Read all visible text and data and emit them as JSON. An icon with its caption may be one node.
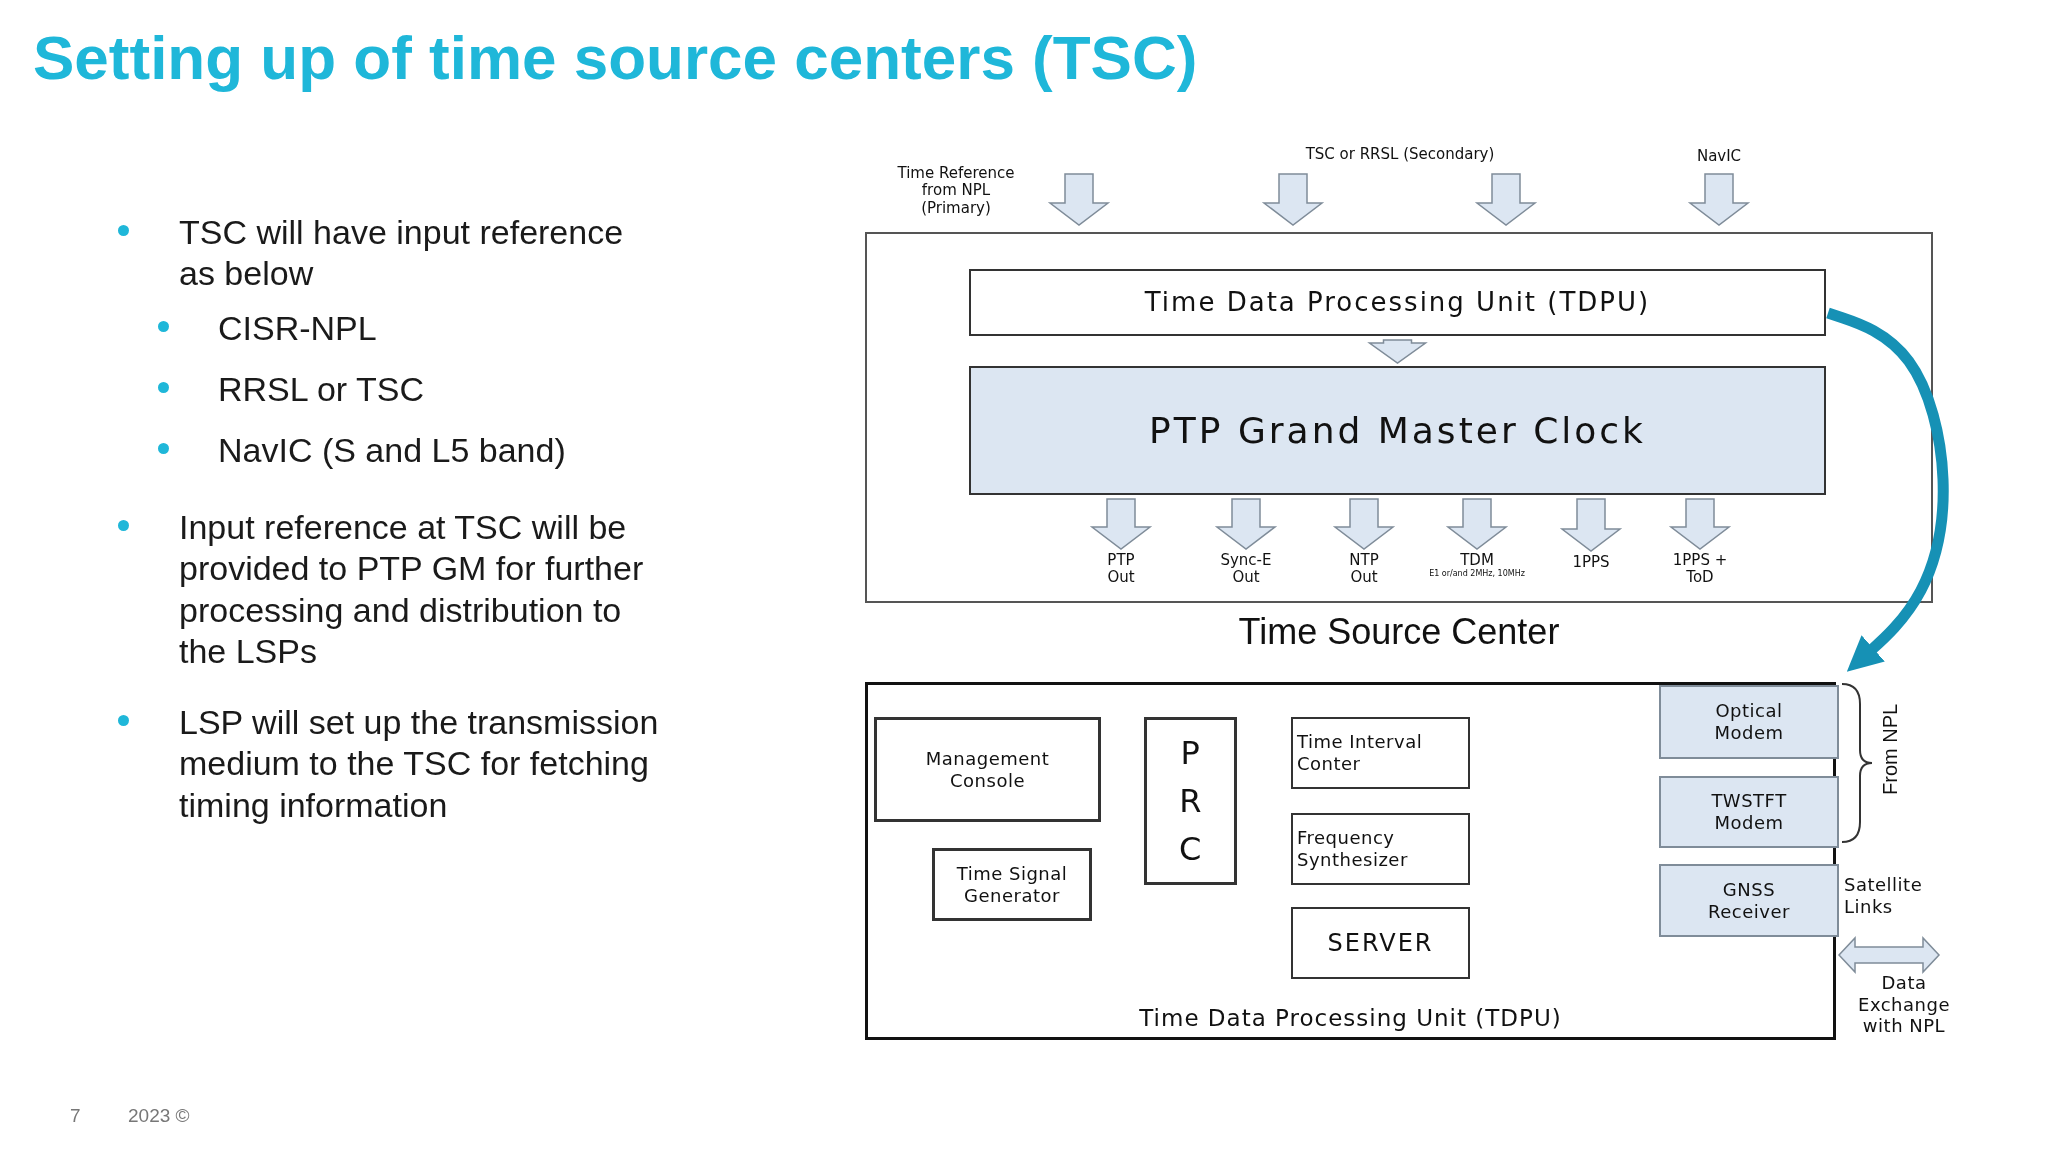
{
  "diagram": {
    "title": "Setting up of time source centers (TSC)",
    "nodes": [
      {
        "text": [
          "Time Source Center"
        ]
      },
      {
        "text": [
          "Time Data Processing Unit (TDPU)"
        ],
        "in": 0
      },
      {
        "text": [
          "PTP Grand Master Clock"
        ],
        "in": 0
      },
      {
        "text": [
          "Time Reference from NPL (Primary)"
        ]
      },
      {
        "text": [
          "TSC or RRSL (Secondary)"
        ]
      },
      {
        "text": [
          "NavIC"
        ]
      },
      {
        "text": [
          "PTP Out"
        ],
        "in": 0
      },
      {
        "text": [
          "Sync-E Out"
        ],
        "in": 0
      },
      {
        "text": [
          "NTP Out"
        ],
        "in": 0
      },
      {
        "text": [
          "TDM",
          "E1 or/and 2MHz, 10MHz"
        ],
        "in": 0
      },
      {
        "text": [
          "1PPS"
        ],
        "in": 0
      },
      {
        "text": [
          "1PPS + ToD"
        ],
        "in": 0
      },
      {
        "text": [
          "Time Data Processing Unit (TDPU)"
        ]
      },
      {
        "text": [
          "Management Console"
        ],
        "in": 12
      },
      {
        "text": [
          "Time Signal Generator"
        ],
        "in": 12
      },
      {
        "text": [
          "PRC"
        ],
        "in": 12
      },
      {
        "text": [
          "Time Interval Conter"
        ],
        "in": 12
      },
      {
        "text": [
          "Frequency Synthesizer"
        ],
        "in": 12
      },
      {
        "text": [
          "SERVER"
        ],
        "in": 12
      },
      {
        "text": [
          "Optical Modem"
        ],
        "in": 12
      },
      {
        "text": [
          "TWSTFT Modem"
        ],
        "in": 12
      },
      {
        "text": [
          "GNSS Receiver"
        ],
        "in": 12
      }
    ],
    "edges": [
      {
        "from": 3,
        "to": 0,
        "arrow": "to"
      },
      {
        "from": 4,
        "to": 0,
        "arrow": "to"
      },
      {
        "from": 4,
        "to": 0,
        "arrow": "to"
      },
      {
        "from": 5,
        "to": 0,
        "arrow": "to"
      },
      {
        "from": 1,
        "to": 2,
        "arrow": "to"
      },
      {
        "from": 2,
        "to": 6,
        "arrow": "to"
      },
      {
        "from": 2,
        "to": 7,
        "arrow": "to"
      },
      {
        "from": 2,
        "to": 8,
        "arrow": "to"
      },
      {
        "from": 2,
        "to": 9,
        "arrow": "to"
      },
      {
        "from": 2,
        "to": 10,
        "arrow": "to"
      },
      {
        "from": 2,
        "to": 11,
        "arrow": "to"
      },
      {
        "from": 1,
        "to": 12,
        "arrow": "to",
        "color": "#1691b5"
      },
      {
        "from": 12,
        "to": null,
        "arrow": "both"
      }
    ],
    "labels": [
      "TSC will have input reference as below",
      "CISR-NPL",
      "RRSL or TSC",
      "NavIC (S and L5 band)",
      "Input reference at TSC will be provided to PTP GM for further processing and distribution to the LSPs",
      "LSP will set up the transmission medium to the TSC for fetching timing information",
      "From NPL",
      "Satellite Links",
      "Data Exchange with NPL",
      "7",
      "2023 ©"
    ]
  }
}
